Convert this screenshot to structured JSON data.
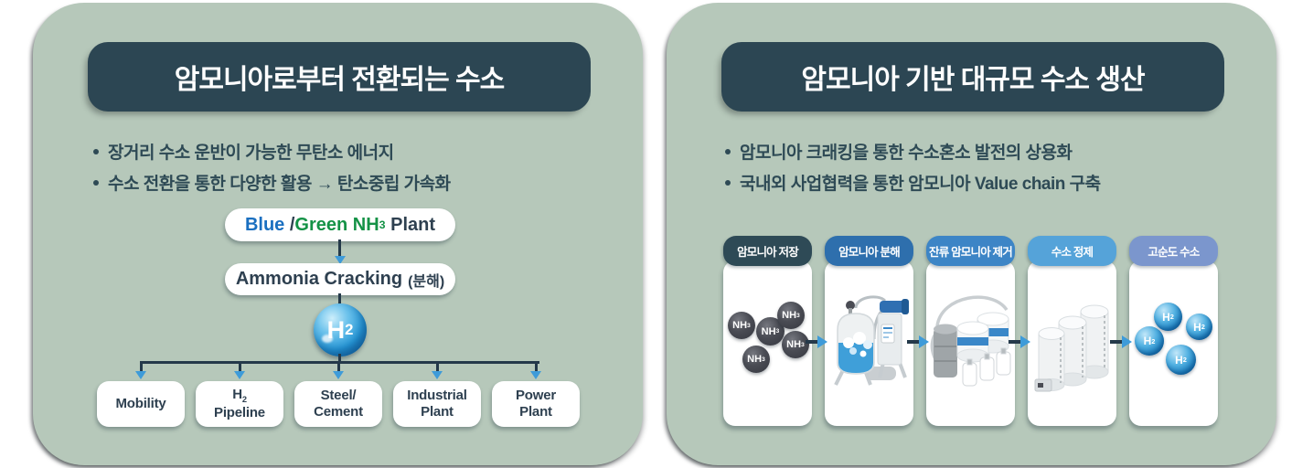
{
  "colors": {
    "panel_bg": "#b6c8ba",
    "header_bg": "#2c4653",
    "text_dark": "#2e4a55",
    "connector_navy": "#24394a",
    "arrowhead_blue": "#3e9bd9",
    "blue_word": "#1a6fc0",
    "green_word": "#149246",
    "step_colors": [
      "#2e4a56",
      "#2e6fad",
      "#3d85c6",
      "#55a3d9",
      "#7b96cd"
    ]
  },
  "left_panel": {
    "title": "암모니아로부터 전환되는 수소",
    "bullets": [
      "장거리 수소 운반이 가능한 무탄소 에너지",
      "수소 전환을 통한 다양한 활용 → 탄소중립 가속화"
    ],
    "flow": {
      "source_pill": {
        "part_blue": "Blue",
        "part_slash": " /",
        "part_green": "Green NH",
        "part_green_sub": "3",
        "part_rest": " Plant"
      },
      "cracking_pill": {
        "label": "Ammonia Cracking",
        "suffix": "(분해)"
      },
      "molecule": {
        "symbol": "H",
        "subscript": "2",
        "icon": "h2-sphere-icon"
      },
      "outputs": [
        {
          "line1": "Mobility",
          "line2": ""
        },
        {
          "symbol": "H",
          "sub": "2",
          "line2": "Pipeline"
        },
        {
          "line1": "Steel/",
          "line2": "Cement"
        },
        {
          "line1": "Industrial",
          "line2": "Plant"
        },
        {
          "line1": "Power",
          "line2": "Plant"
        }
      ]
    }
  },
  "right_panel": {
    "title": "암모니아 기반 대규모 수소 생산",
    "bullets": [
      "암모니아 크래킹을 통한 수소혼소 발전의 상용화",
      "국내외 사업협력을 통한 암모니아 Value chain 구축"
    ],
    "steps": [
      {
        "label": "암모니아 저장",
        "color": "#2e4a56",
        "icon": "nh3-molecules-icon"
      },
      {
        "label": "암모니아 분해",
        "color": "#2e6fad",
        "icon": "cracking-reactor-icon"
      },
      {
        "label": "잔류 암모니아 제거",
        "color": "#3d85c6",
        "icon": "ammonia-removal-tanks-icon"
      },
      {
        "label": "수소 정제",
        "color": "#55a3d9",
        "icon": "purification-cylinders-icon"
      },
      {
        "label": "고순도 수소",
        "color": "#7b96cd",
        "icon": "h2-molecules-icon"
      }
    ],
    "molecule_labels": {
      "nh3_symbol": "NH",
      "nh3_sub": "3",
      "h2_symbol": "H",
      "h2_sub": "2"
    }
  }
}
